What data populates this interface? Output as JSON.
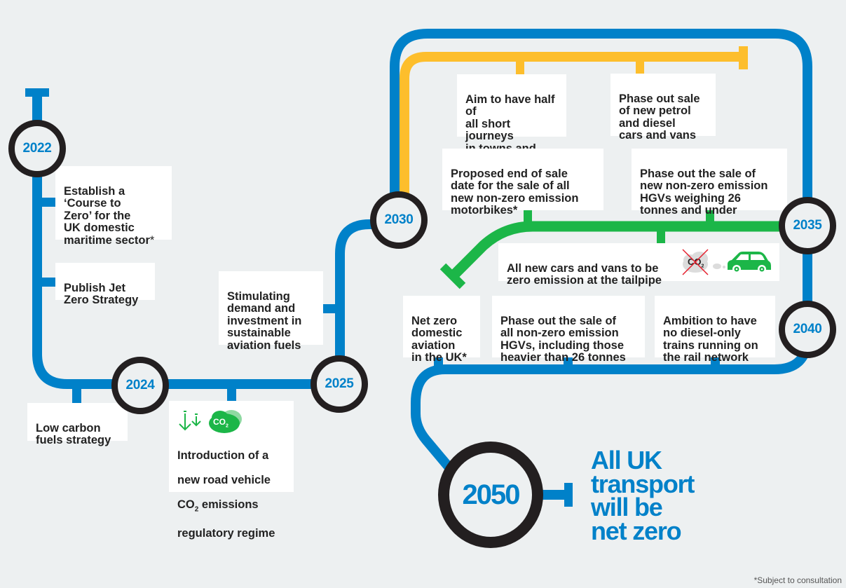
{
  "colors": {
    "background": "#edf0f1",
    "blue_line": "#0081c9",
    "yellow_line": "#fdbe2c",
    "green_line": "#1cb648",
    "ring": "#231f20",
    "text": "#222222"
  },
  "milestones": [
    {
      "year": "2022"
    },
    {
      "year": "2024"
    },
    {
      "year": "2025"
    },
    {
      "year": "2030"
    },
    {
      "year": "2035"
    },
    {
      "year": "2040"
    },
    {
      "year": "2050"
    }
  ],
  "events": {
    "maritime": {
      "text": "Establish a\n‘Course to\nZero’ for the\nUK domestic\nmaritime sector",
      "mark": "*"
    },
    "jet_zero": {
      "text": "Publish Jet\nZero Strategy"
    },
    "low_carbon_fuels": {
      "text": "Low carbon\nfuels strategy"
    },
    "road_co2": {
      "line1": "Introduction of a",
      "line2": "new road vehicle",
      "line3_pre": "CO",
      "line3_sub": "2",
      "line3_post": " emissions",
      "line4": "regulatory regime"
    },
    "aviation_fuels": {
      "text": "Stimulating\ndemand and\ninvestment in\nsustainable\naviation fuels"
    },
    "short_journeys": {
      "text": "Aim to have half of\nall short journeys\nin towns and cities\ncycled or walked"
    },
    "petrol_diesel": {
      "text": "Phase out sale\nof new petrol\nand diesel\ncars and vans"
    },
    "motorbikes": {
      "text": "Proposed end of sale\ndate for the sale of all\nnew non-zero emission\nmotorbikes*"
    },
    "hgv_26": {
      "text": "Phase out the sale of\nnew non-zero emission\nHGVs weighing 26\ntonnes and under"
    },
    "zero_tailpipe": {
      "text": "All new cars and vans to be\nzero emission at the tailpipe"
    },
    "net_zero_aviation": {
      "text": "Net zero\ndomestic\naviation\nin the UK*"
    },
    "hgv_all": {
      "text": "Phase out the sale of\nall non-zero emission\nHGVs, including those\nheavier than 26 tonnes"
    },
    "diesel_trains": {
      "text": "Ambition to have\nno diesel-only\ntrains running on\nthe rail network"
    }
  },
  "icons": {
    "co2_cloud_label": "CO",
    "co2_cloud_sub": "2",
    "crossed_co2_label": "CO",
    "crossed_co2_sub": "2"
  },
  "headline": "All UK\ntransport\nwill be\nnet zero",
  "footnote": "*Subject to consultation"
}
